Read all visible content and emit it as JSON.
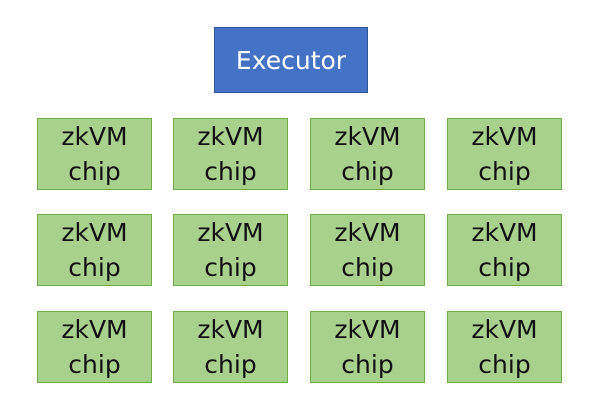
{
  "executor": {
    "label": "Executor"
  },
  "chips": [
    {
      "line1": "zkVM",
      "line2": "chip"
    },
    {
      "line1": "zkVM",
      "line2": "chip"
    },
    {
      "line1": "zkVM",
      "line2": "chip"
    },
    {
      "line1": "zkVM",
      "line2": "chip"
    },
    {
      "line1": "zkVM",
      "line2": "chip"
    },
    {
      "line1": "zkVM",
      "line2": "chip"
    },
    {
      "line1": "zkVM",
      "line2": "chip"
    },
    {
      "line1": "zkVM",
      "line2": "chip"
    },
    {
      "line1": "zkVM",
      "line2": "chip"
    },
    {
      "line1": "zkVM",
      "line2": "chip"
    },
    {
      "line1": "zkVM",
      "line2": "chip"
    },
    {
      "line1": "zkVM",
      "line2": "chip"
    }
  ],
  "colors": {
    "executor_fill": "#4472c4",
    "executor_border": "#2f5597",
    "chip_fill": "#a9d18e",
    "chip_border": "#70ad47"
  }
}
